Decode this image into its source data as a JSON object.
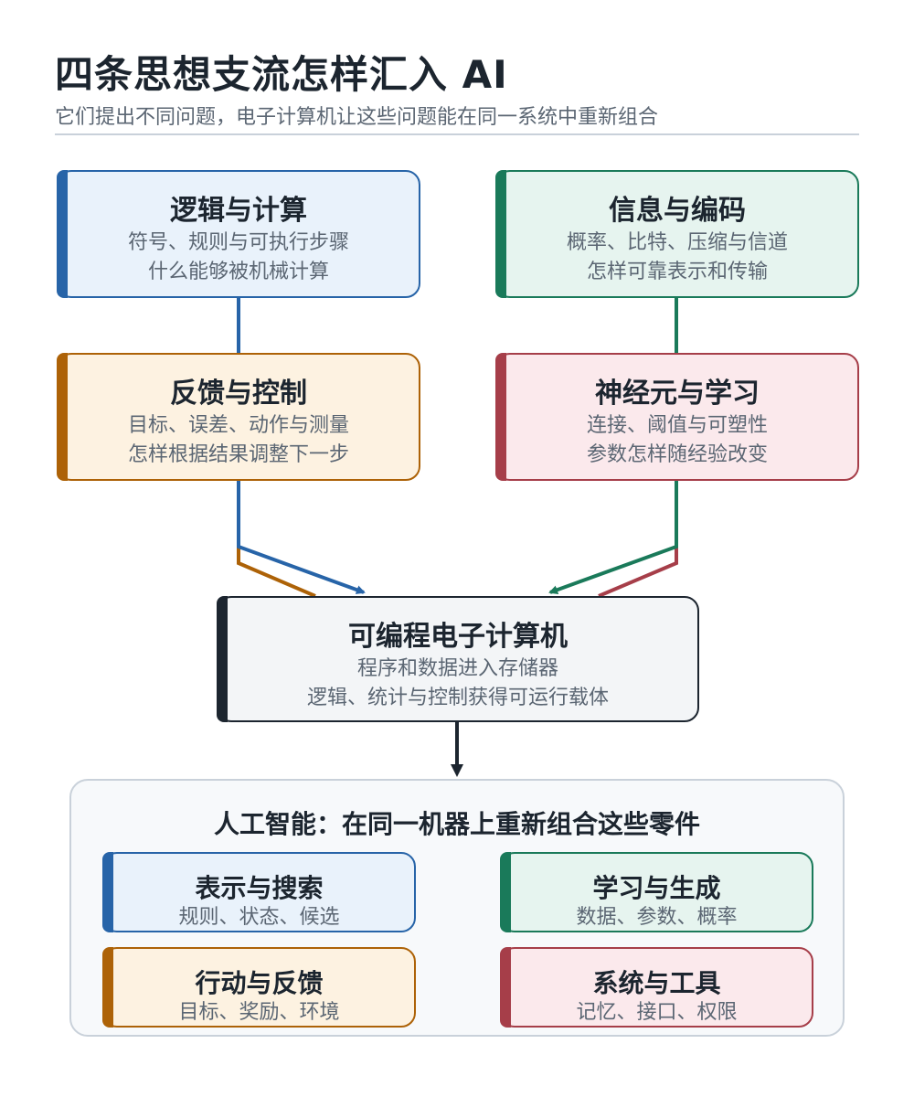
{
  "header": {
    "title": "四条思想支流怎样汇入 AI",
    "subtitle": "它们提出不同问题，电子计算机让这些问题能在同一系统中重新组合"
  },
  "sources": {
    "logic": {
      "title": "逻辑与计算",
      "lines": [
        "符号、规则与可执行步骤",
        "什么能够被机械计算"
      ]
    },
    "info": {
      "title": "信息与编码",
      "lines": [
        "概率、比特、压缩与信道",
        "怎样可靠表示和传输"
      ]
    },
    "feedback": {
      "title": "反馈与控制",
      "lines": [
        "目标、误差、动作与测量",
        "怎样根据结果调整下一步"
      ]
    },
    "neuron": {
      "title": "神经元与学习",
      "lines": [
        "连接、阈值与可塑性",
        "参数怎样随经验改变"
      ]
    }
  },
  "computer": {
    "title": "可编程电子计算机",
    "lines": [
      "程序和数据进入存储器",
      "逻辑、统计与控制获得可运行载体"
    ]
  },
  "ai": {
    "title": "人工智能：在同一机器上重新组合这些零件",
    "search": {
      "title": "表示与搜索",
      "desc": "规则、状态、候选"
    },
    "learn": {
      "title": "学习与生成",
      "desc": "数据、参数、概率"
    },
    "action": {
      "title": "行动与反馈",
      "desc": "目标、奖励、环境"
    },
    "systems": {
      "title": "系统与工具",
      "desc": "记忆、接口、权限"
    }
  },
  "colors": {
    "logic": "#2764a8",
    "info": "#1a7a5a",
    "feedback": "#ad6207",
    "neuron": "#a63e49",
    "computer": "#1c252f"
  }
}
